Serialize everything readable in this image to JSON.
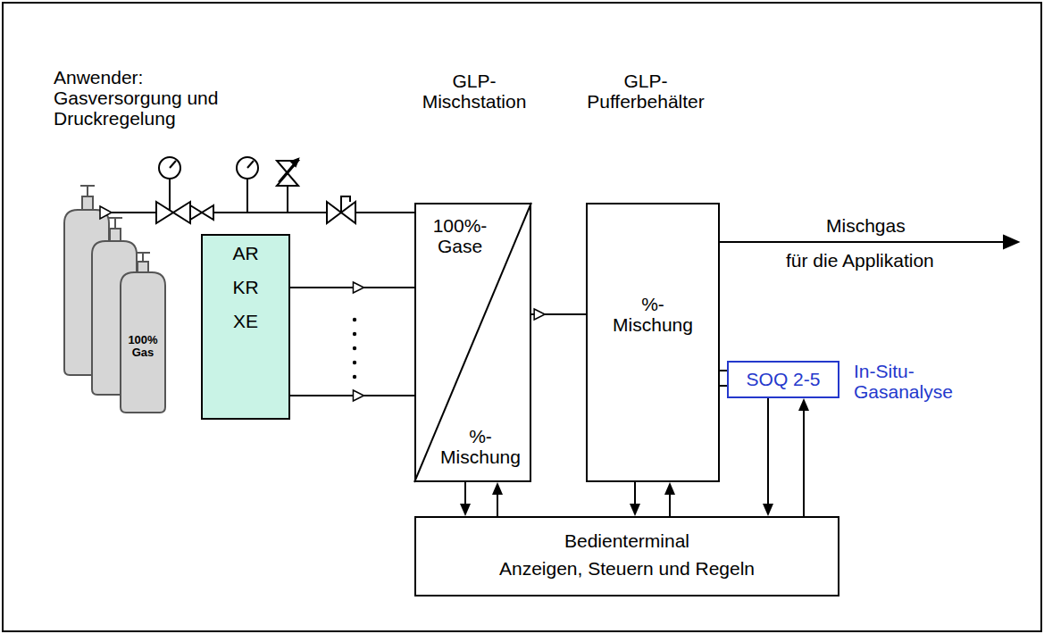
{
  "diagram": {
    "nodes": [
      {
        "text": [
          "GLP- Mischstation",
          "100%- Gase",
          "%- Mischung"
        ]
      },
      {
        "text": [
          "GLP- Pufferbehälter",
          "%- Mischung"
        ]
      },
      {
        "text": [
          "AR",
          "KR",
          "XE"
        ]
      },
      {
        "text": [
          "SOQ 2-5",
          "In-Situ- Gasanalyse"
        ]
      },
      {
        "text": [
          "Bedienterminal",
          "Anzeigen, Steuern und Regeln"
        ]
      }
    ],
    "edges": [
      {
        "from": 2,
        "to": 0,
        "arrow": "to"
      },
      {
        "from": 2,
        "to": 0,
        "arrow": "to"
      },
      {
        "from": 0,
        "to": 1,
        "arrow": "to"
      },
      {
        "from": 0,
        "to": 4,
        "arrow": "to"
      },
      {
        "from": 4,
        "to": 0,
        "arrow": "to"
      },
      {
        "from": 1,
        "to": 4,
        "arrow": "to"
      },
      {
        "from": 4,
        "to": 1,
        "arrow": "to"
      },
      {
        "from": 1,
        "to": 3,
        "arrow": "none"
      },
      {
        "from": 1,
        "to": 3,
        "arrow": "none"
      },
      {
        "from": 3,
        "to": 4,
        "arrow": "to"
      },
      {
        "from": 4,
        "to": 3,
        "arrow": "to"
      }
    ],
    "labels": [
      "Anwender: Gasversorgung und Druckregelung",
      "100% Gas",
      "Mischgas",
      "für die Applikation"
    ]
  }
}
